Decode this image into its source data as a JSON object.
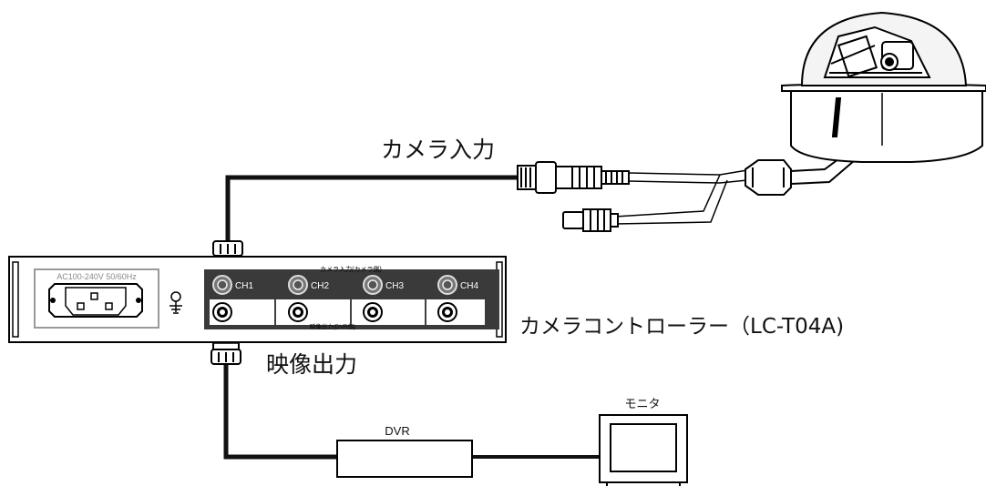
{
  "labels": {
    "camera_input": "カメラ入力",
    "video_output": "映像出力",
    "controller": "カメラコントローラー（LC-T04A)",
    "dvr": "DVR",
    "monitor": "モニタ"
  },
  "panel": {
    "power_rating": "AC100-240V 50/60Hz",
    "camera_side_label": "カメラ入力(カメラ側)",
    "dvr_side_label": "映像出力(DVR側)",
    "channels": [
      "CH1",
      "CH2",
      "CH3",
      "CH4"
    ]
  },
  "colors": {
    "cable": "#111111",
    "panel_dark": "#3a3a3a",
    "line": "#000000"
  }
}
